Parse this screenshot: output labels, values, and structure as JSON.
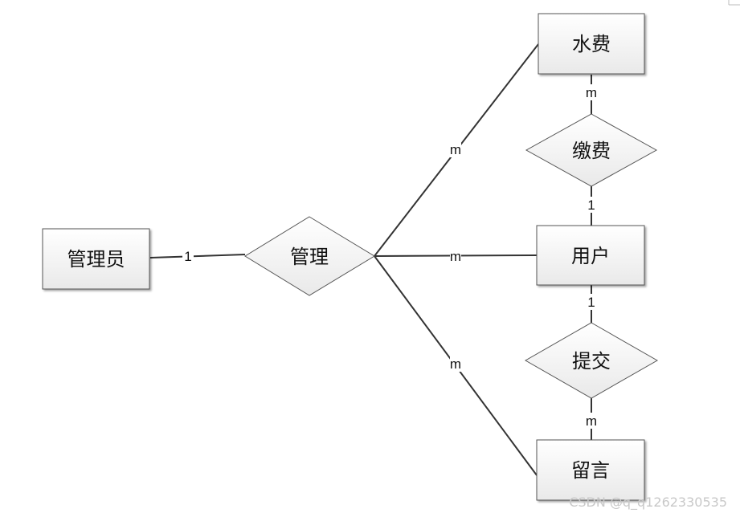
{
  "entities": {
    "admin": "管理员",
    "water_fee": "水费",
    "user": "用户",
    "message": "留言"
  },
  "relationships": {
    "manage": "管理",
    "pay": "缴费",
    "submit": "提交"
  },
  "cardinalities": {
    "admin_manage": "1",
    "manage_water_fee": "m",
    "manage_user": "m",
    "manage_message": "m",
    "water_fee_pay": "m",
    "pay_user": "1",
    "user_submit": "1",
    "submit_message": "m"
  },
  "watermark": "CSDN @q_q1262330535"
}
